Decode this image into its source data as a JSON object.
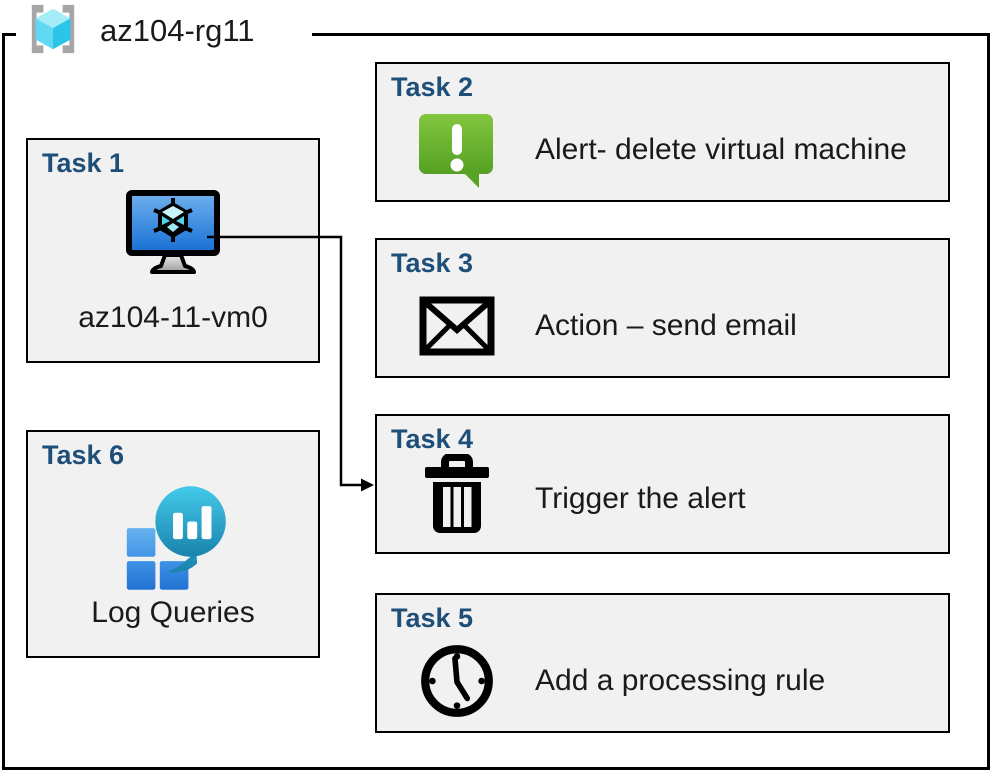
{
  "diagram": {
    "group": {
      "title": "az104-rg11",
      "icon": "resource-group-icon"
    },
    "tasks": [
      {
        "id": "task1",
        "label": "Task 1",
        "caption": "az104-11-vm0",
        "icon": "virtual-machine-icon"
      },
      {
        "id": "task2",
        "label": "Task 2",
        "caption": "Alert- delete virtual machine",
        "icon": "alert-message-icon"
      },
      {
        "id": "task3",
        "label": "Task 3",
        "caption": "Action – send email",
        "icon": "email-envelope-icon"
      },
      {
        "id": "task4",
        "label": "Task 4",
        "caption": "Trigger the alert",
        "icon": "trash-icon"
      },
      {
        "id": "task5",
        "label": "Task 5",
        "caption": "Add a processing rule",
        "icon": "clock-icon"
      },
      {
        "id": "task6",
        "label": "Task 6",
        "caption": "Log Queries",
        "icon": "log-queries-icon"
      }
    ],
    "connector": {
      "from": "task1",
      "to": "task4"
    },
    "colors": {
      "task_label_blue": "#1f4e79",
      "box_background": "#f1f1f1",
      "outline_black": "#000000",
      "alert_green": "#6ab12e",
      "vm_screen_blue": "#2d7fd6",
      "log_balloon_teal": "#2ab5d8",
      "log_square_blue": "#2b7fe0",
      "rg_cube_cyan": "#50d2ee",
      "rg_bracket_gray": "#a6a6a6"
    }
  }
}
